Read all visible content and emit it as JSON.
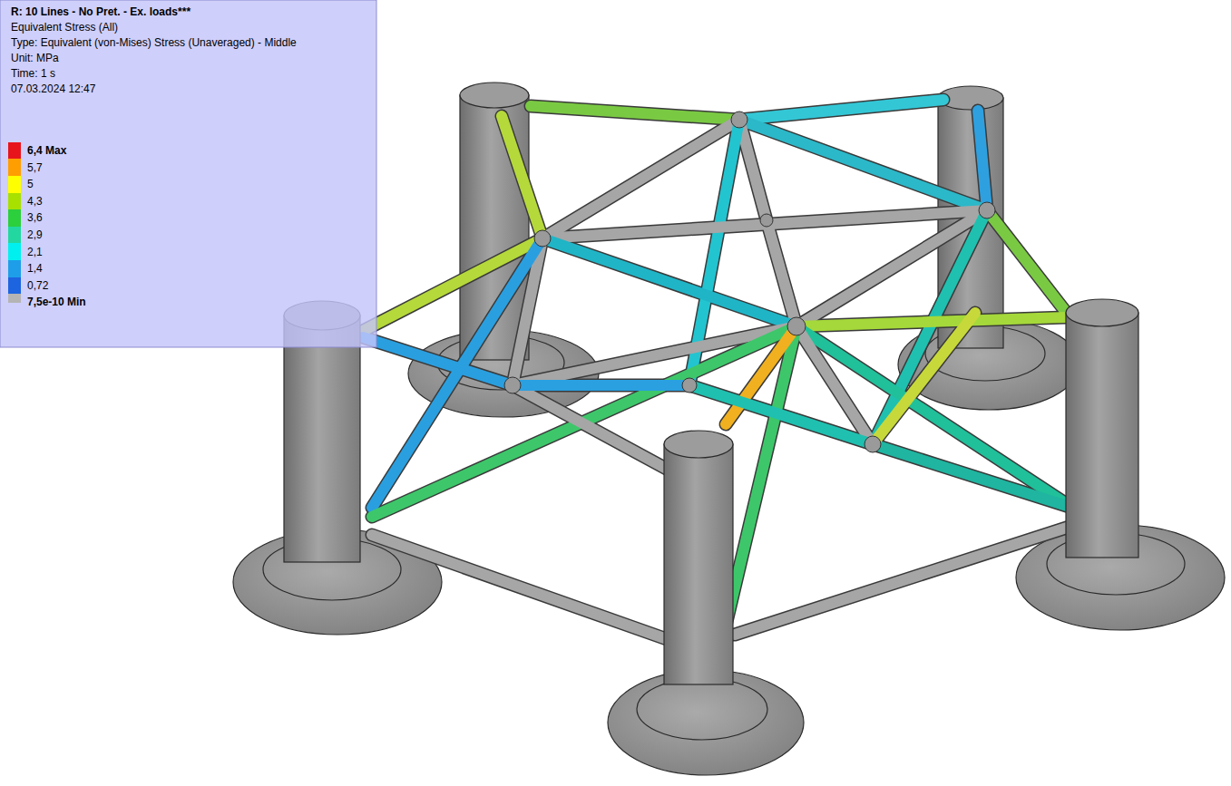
{
  "diagram": {
    "title": "R: 10 Lines - No Pret. - Ex. loads***",
    "labels": [
      "Equivalent Stress (All)",
      "Type: Equivalent (von-Mises) Stress (Unaveraged) - Middle",
      "Unit: MPa",
      "Time: 1 s",
      "07.03.2024 12:47"
    ],
    "legend": [
      {
        "text": "6,4 Max",
        "color": "#e8141c"
      },
      {
        "text": "5,7",
        "color": "#ff9e00"
      },
      {
        "text": "5",
        "color": "#ffff00"
      },
      {
        "text": "4,3",
        "color": "#a8e000"
      },
      {
        "text": "3,6",
        "color": "#2ccf3c"
      },
      {
        "text": "2,9",
        "color": "#22d8a0"
      },
      {
        "text": "2,1",
        "color": "#00f0f0"
      },
      {
        "text": "1,4",
        "color": "#1e9ee8"
      },
      {
        "text": "0,72",
        "color": "#1c64e0"
      },
      {
        "text": "7,5e-10 Min",
        "color": "#b4b4b4"
      }
    ]
  }
}
